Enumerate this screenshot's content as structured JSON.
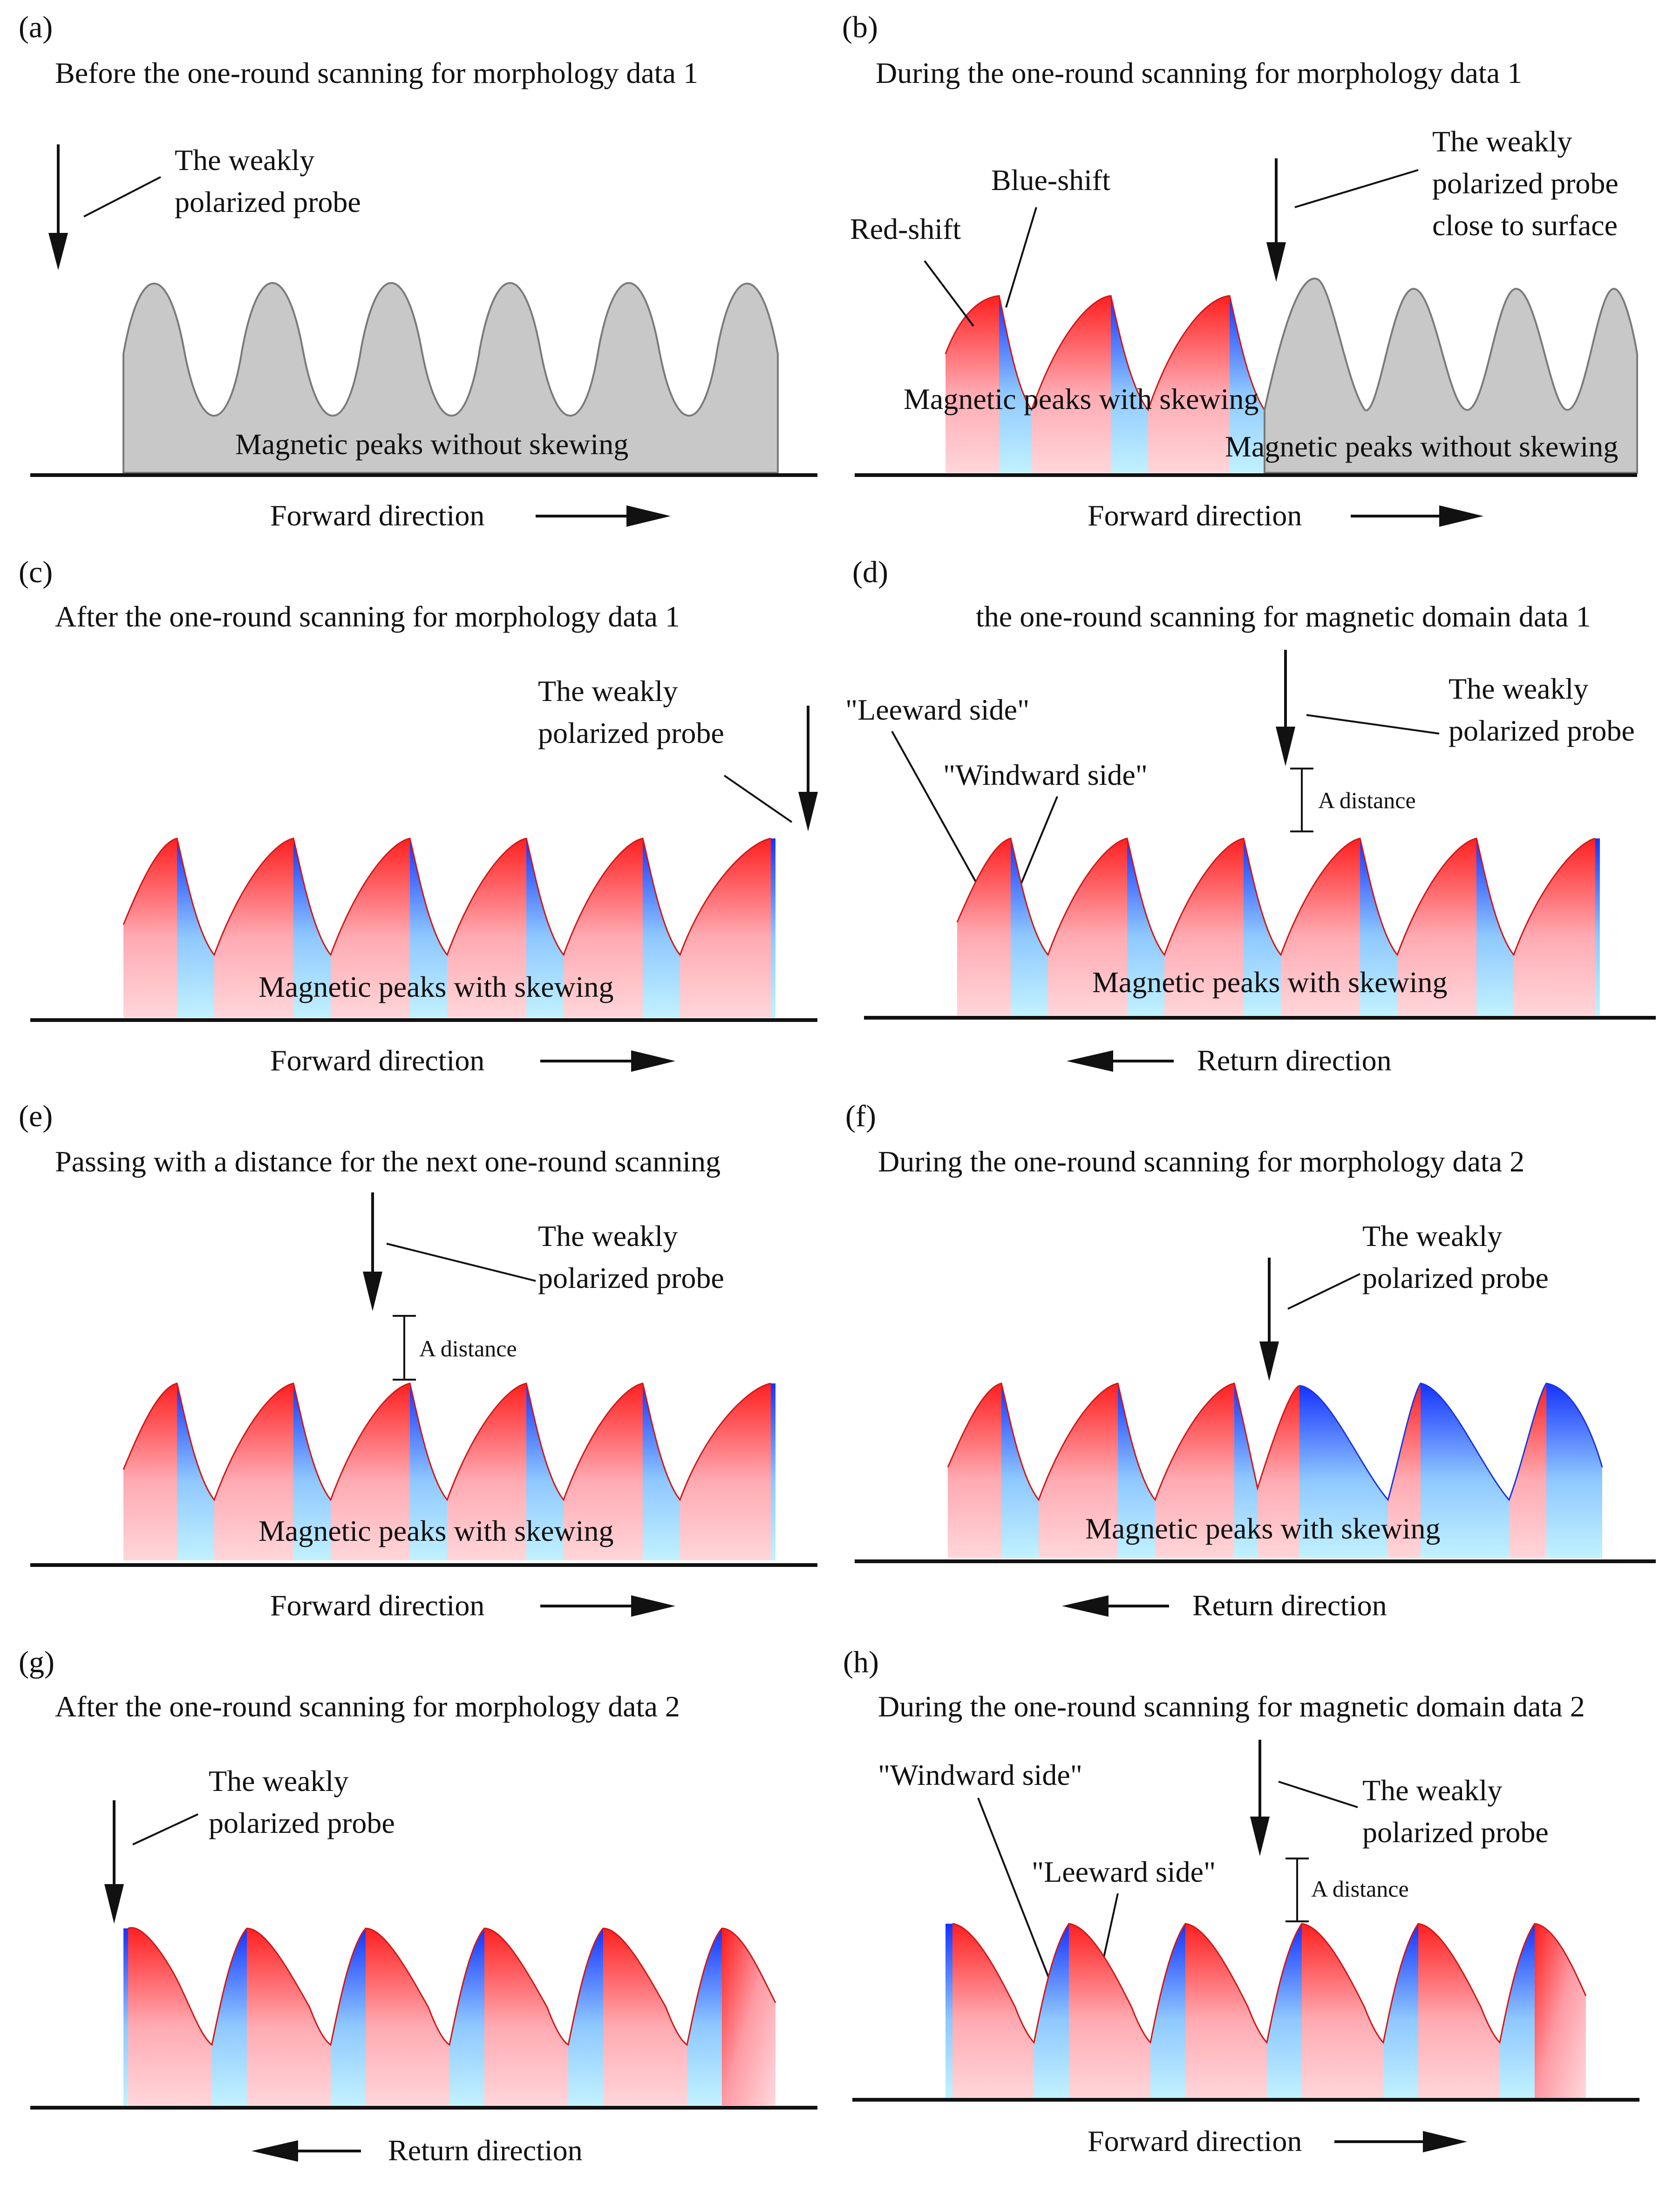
{
  "panels": [
    {
      "id": "a",
      "label": "(a)",
      "title": "Before the one-round scanning for morphology data 1",
      "probe_label_lines": [
        "The weakly",
        "polarized probe"
      ],
      "peaks_label": "Magnetic peaks without skewing",
      "direction_label": "Forward direction",
      "direction": "forward"
    },
    {
      "id": "b",
      "label": "(b)",
      "title": "During the one-round scanning for morphology data 1",
      "probe_label_lines": [
        "The weakly",
        "polarized probe",
        "close to surface"
      ],
      "red_shift_label": "Red-shift",
      "blue_shift_label": "Blue-shift",
      "peaks_label": "Magnetic peaks with skewing",
      "peaks_label_2": "Magnetic peaks without skewing",
      "direction_label": "Forward direction",
      "direction": "forward"
    },
    {
      "id": "c",
      "label": "(c)",
      "title": "After the one-round scanning for morphology data 1",
      "probe_label_lines": [
        "The weakly",
        "polarized probe"
      ],
      "peaks_label": "Magnetic peaks with skewing",
      "direction_label": "Forward direction",
      "direction": "forward"
    },
    {
      "id": "d",
      "label": "(d)",
      "title": "the one-round scanning for magnetic domain data 1",
      "probe_label_lines": [
        "The weakly",
        "polarized probe"
      ],
      "leeward_label": "\"Leeward side\"",
      "windward_label": "\"Windward side\"",
      "distance_label": "A distance",
      "peaks_label": "Magnetic peaks with skewing",
      "direction_label": "Return direction",
      "direction": "return"
    },
    {
      "id": "e",
      "label": "(e)",
      "title": "Passing with a distance for the next one-round scanning",
      "probe_label_lines": [
        "The weakly",
        "polarized probe"
      ],
      "distance_label": "A distance",
      "peaks_label": "Magnetic peaks with skewing",
      "direction_label": "Forward direction",
      "direction": "forward"
    },
    {
      "id": "f",
      "label": "(f)",
      "title": "During the one-round scanning for morphology data 2",
      "probe_label_lines": [
        "The weakly",
        "polarized probe"
      ],
      "peaks_label": "Magnetic peaks with skewing",
      "direction_label": "Return direction",
      "direction": "return"
    },
    {
      "id": "g",
      "label": "(g)",
      "title": "After the one-round scanning for morphology data 2",
      "probe_label_lines": [
        "The weakly",
        "polarized probe"
      ],
      "direction_label": "Return direction",
      "direction": "return"
    },
    {
      "id": "h",
      "label": "(h)",
      "title": "During the one-round scanning for magnetic domain data 2",
      "probe_label_lines": [
        "The weakly",
        "polarized probe"
      ],
      "windward_label": "\"Windward side\"",
      "leeward_label": "\"Leeward side\"",
      "distance_label": "A distance",
      "direction_label": "Forward direction",
      "direction": "forward"
    }
  ],
  "colors": {
    "red": "#ff2a2a",
    "red_light": "#ffc8cc",
    "blue": "#1e3cff",
    "blue_light": "#b4ecff",
    "gray_fill": "#c8c8c8",
    "gray_line": "#7a7a7a",
    "ink": "#111111"
  }
}
